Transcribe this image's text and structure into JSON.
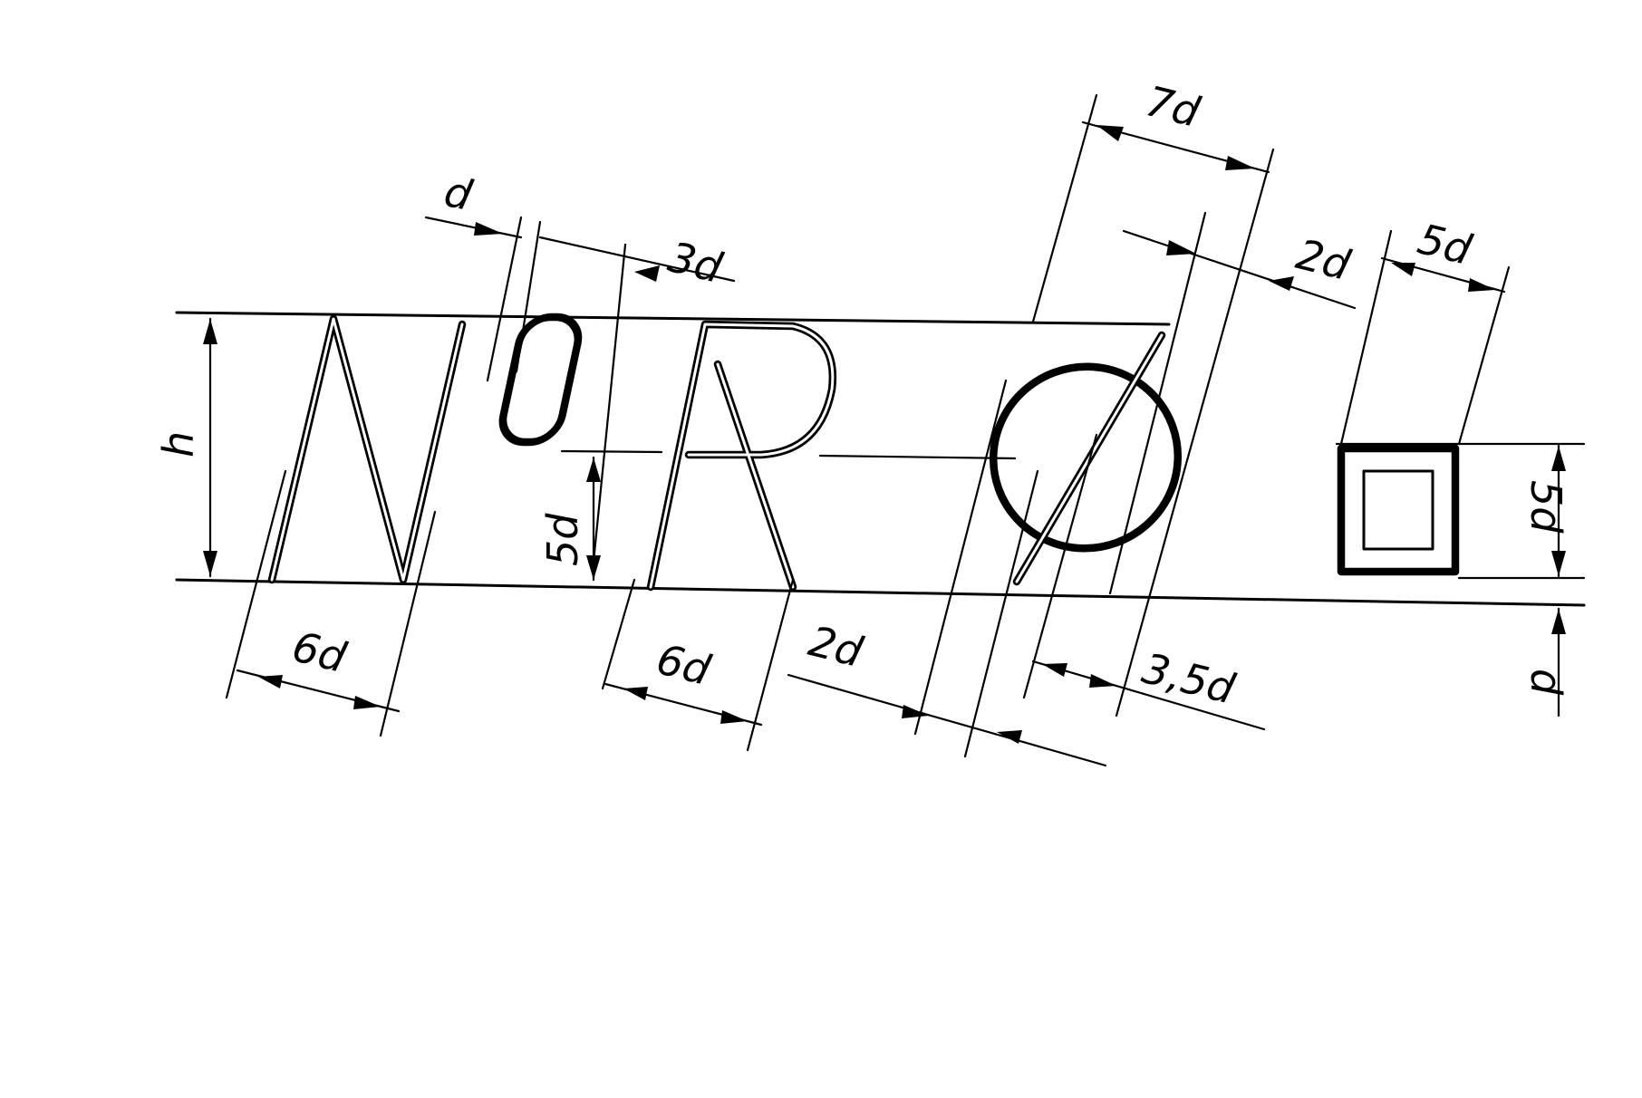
{
  "labels": {
    "h": "h",
    "d_top": "d",
    "three_d": "3d",
    "seven_d": "7d",
    "two_d_top": "2d",
    "five_d_top": "5d",
    "five_d_left": "5d",
    "five_d_right": "5d",
    "six_d_left": "6d",
    "six_d_mid": "6d",
    "two_d_bottom": "2d",
    "three_five_d": "3,5d",
    "d_right": "d"
  }
}
